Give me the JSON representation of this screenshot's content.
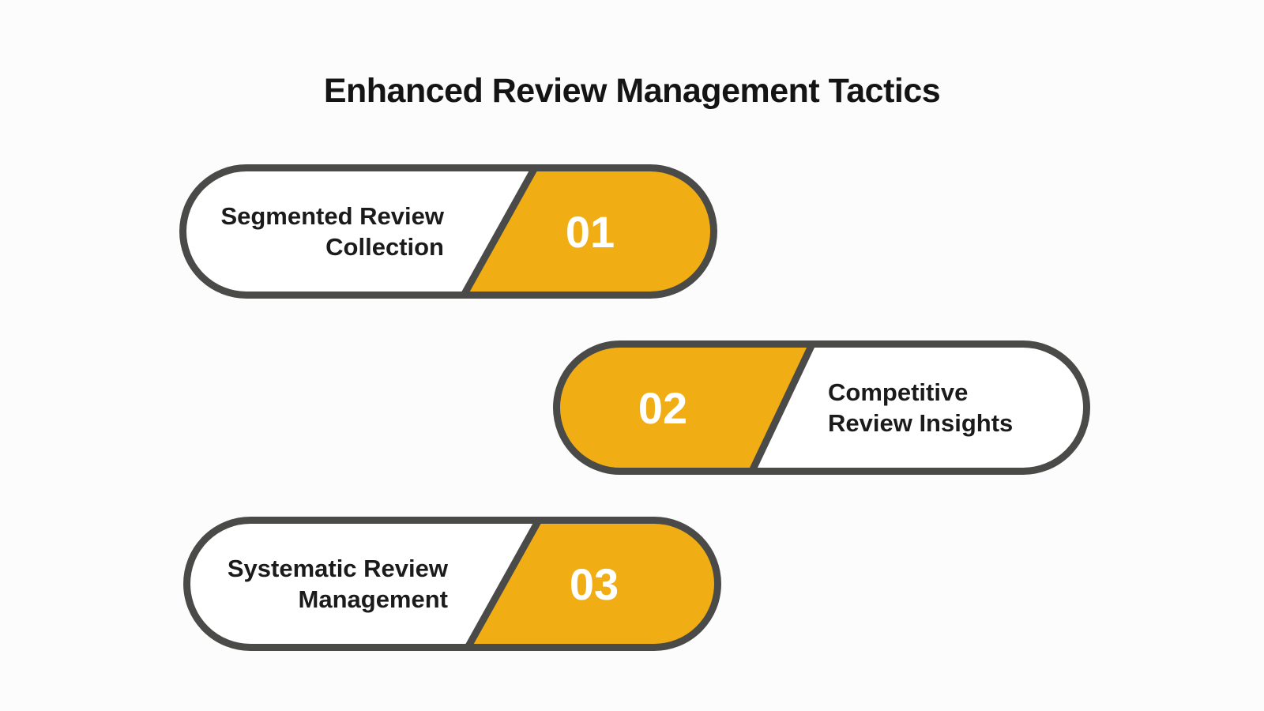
{
  "title": "Enhanced Review Management Tactics",
  "items": [
    {
      "number": "01",
      "label": "Segmented Review Collection",
      "lines": [
        "Segmented Review",
        "Collection"
      ]
    },
    {
      "number": "02",
      "label": "Competitive Review Insights",
      "lines": [
        "Competitive",
        "Review Insights"
      ]
    },
    {
      "number": "03",
      "label": "Systematic Review Management",
      "lines": [
        "Systematic Review",
        "Management"
      ]
    }
  ],
  "colors": {
    "accent_orange": "#F0AD14",
    "outline_gray": "#4A4A48",
    "background": "#FCFCFC",
    "label_text": "#1B1B1B",
    "number_text": "#FFFFFF"
  }
}
